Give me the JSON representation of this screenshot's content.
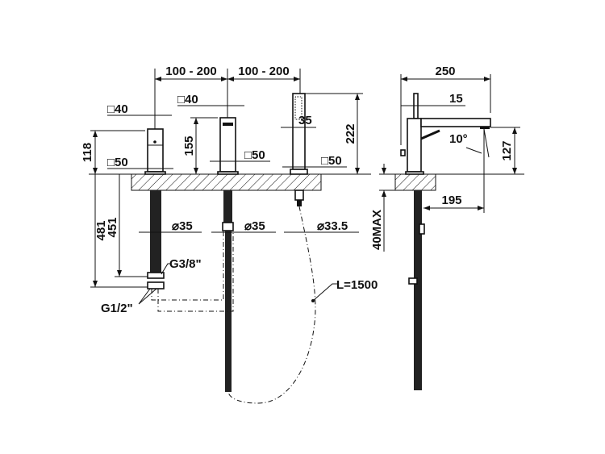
{
  "front_view": {
    "spacing_left": "100 - 200",
    "spacing_right": "100 - 200",
    "mixer_square_top": "□40",
    "spout_square_top": "□40",
    "mixer_height": "118",
    "spout_height": "155",
    "shower_height": "222",
    "shower_width": "35",
    "mixer_square_base": "□50",
    "spout_square_base": "□50",
    "shower_square_base": "□50",
    "mixer_depth_total": "481",
    "mixer_depth_inner": "451",
    "mixer_hole_diameter": "⌀35",
    "spout_hole_diameter": "⌀35",
    "shower_hole_diameter": "⌀33.5",
    "thread_small": "G3/8\"",
    "thread_large": "G1/2\"",
    "hose_length": "L=1500"
  },
  "side_view": {
    "total_length": "250",
    "stem_offset": "15",
    "angle": "10°",
    "spout_height": "127",
    "reach": "195",
    "deck_thickness": "40MAX"
  }
}
